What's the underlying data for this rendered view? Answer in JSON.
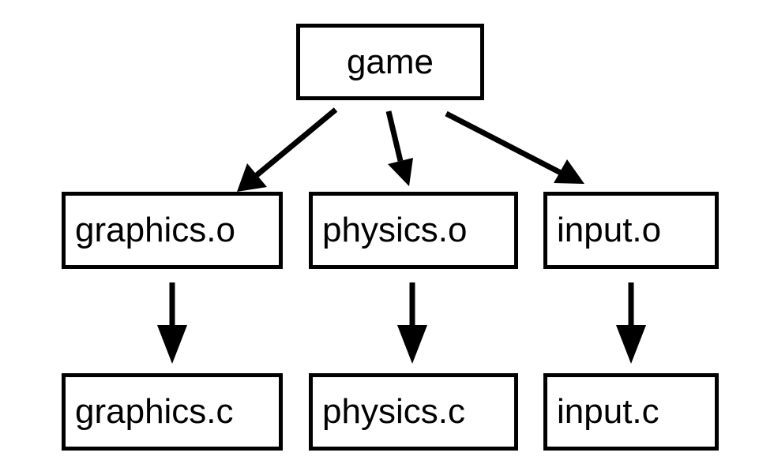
{
  "nodes": {
    "game": "game",
    "graphics_o": "graphics.o",
    "physics_o": "physics.o",
    "input_o": "input.o",
    "graphics_c": "graphics.c",
    "physics_c": "physics.c",
    "input_c": "input.c"
  },
  "edges": [
    {
      "from": "game",
      "to": "graphics.o"
    },
    {
      "from": "game",
      "to": "physics.o"
    },
    {
      "from": "game",
      "to": "input.o"
    },
    {
      "from": "graphics.o",
      "to": "graphics.c"
    },
    {
      "from": "physics.o",
      "to": "physics.c"
    },
    {
      "from": "input.o",
      "to": "input.c"
    }
  ],
  "colors": {
    "stroke": "#000000",
    "background": "#ffffff"
  }
}
